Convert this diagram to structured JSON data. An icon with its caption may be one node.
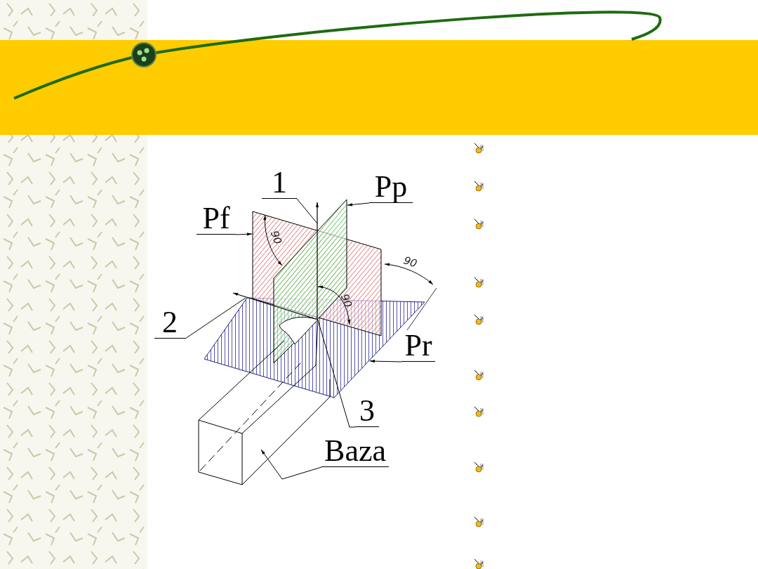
{
  "diagram": {
    "nodes": [
      {
        "text": [
          "1"
        ]
      },
      {
        "text": [
          "Pp"
        ]
      },
      {
        "text": [
          "Pf"
        ]
      },
      {
        "text": [
          "2"
        ]
      },
      {
        "text": [
          "Pr"
        ]
      },
      {
        "text": [
          "3"
        ]
      },
      {
        "text": [
          "Baza"
        ]
      },
      {
        "text": [],
        "shape": "box"
      },
      {
        "text": [],
        "shape": "box"
      },
      {
        "text": [],
        "shape": "box"
      },
      {
        "text": [],
        "shape": "picture"
      }
    ],
    "edges": [
      {
        "from": 0,
        "to": 8,
        "arrow": "none"
      },
      {
        "from": 1,
        "to": 8,
        "arrow": "to"
      },
      {
        "from": 2,
        "to": 7,
        "arrow": "to"
      },
      {
        "from": 3,
        "to": 9,
        "arrow": "none"
      },
      {
        "from": 4,
        "to": 9,
        "arrow": "to"
      },
      {
        "from": 5,
        "to": 8,
        "arrow": "none"
      },
      {
        "from": 6,
        "to": 10,
        "arrow": "to"
      }
    ],
    "labels": [
      "90",
      "90",
      "90"
    ]
  }
}
